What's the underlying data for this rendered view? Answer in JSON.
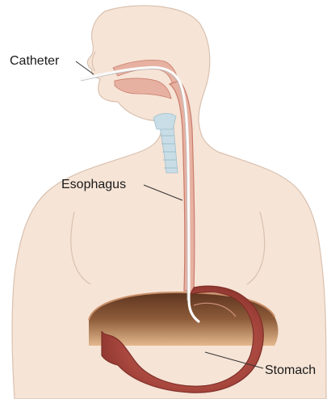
{
  "labels": {
    "catheter": "Catheter",
    "esophagus": "Esophagus",
    "stomach": "Stomach"
  },
  "colors": {
    "background": "#ffffff",
    "skin": "#f6e4d6",
    "skin_outline": "#d9c1b0",
    "tissue": "#e7b1a1",
    "tube_wall": "#c97c6c",
    "stomach": "#b9574d",
    "stomach_light": "#d98a7c",
    "cavity": "#7a4a2e",
    "trachea": "#c9dde6",
    "catheter": "#fafafa",
    "leader_line": "#333333"
  }
}
